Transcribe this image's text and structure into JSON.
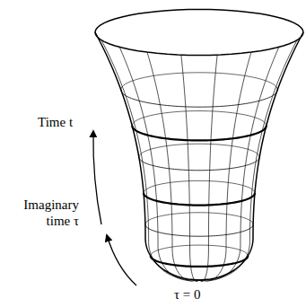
{
  "diagram": {
    "labels": [
      "Time t",
      "Imaginary time τ",
      "τ = 0"
    ]
  }
}
